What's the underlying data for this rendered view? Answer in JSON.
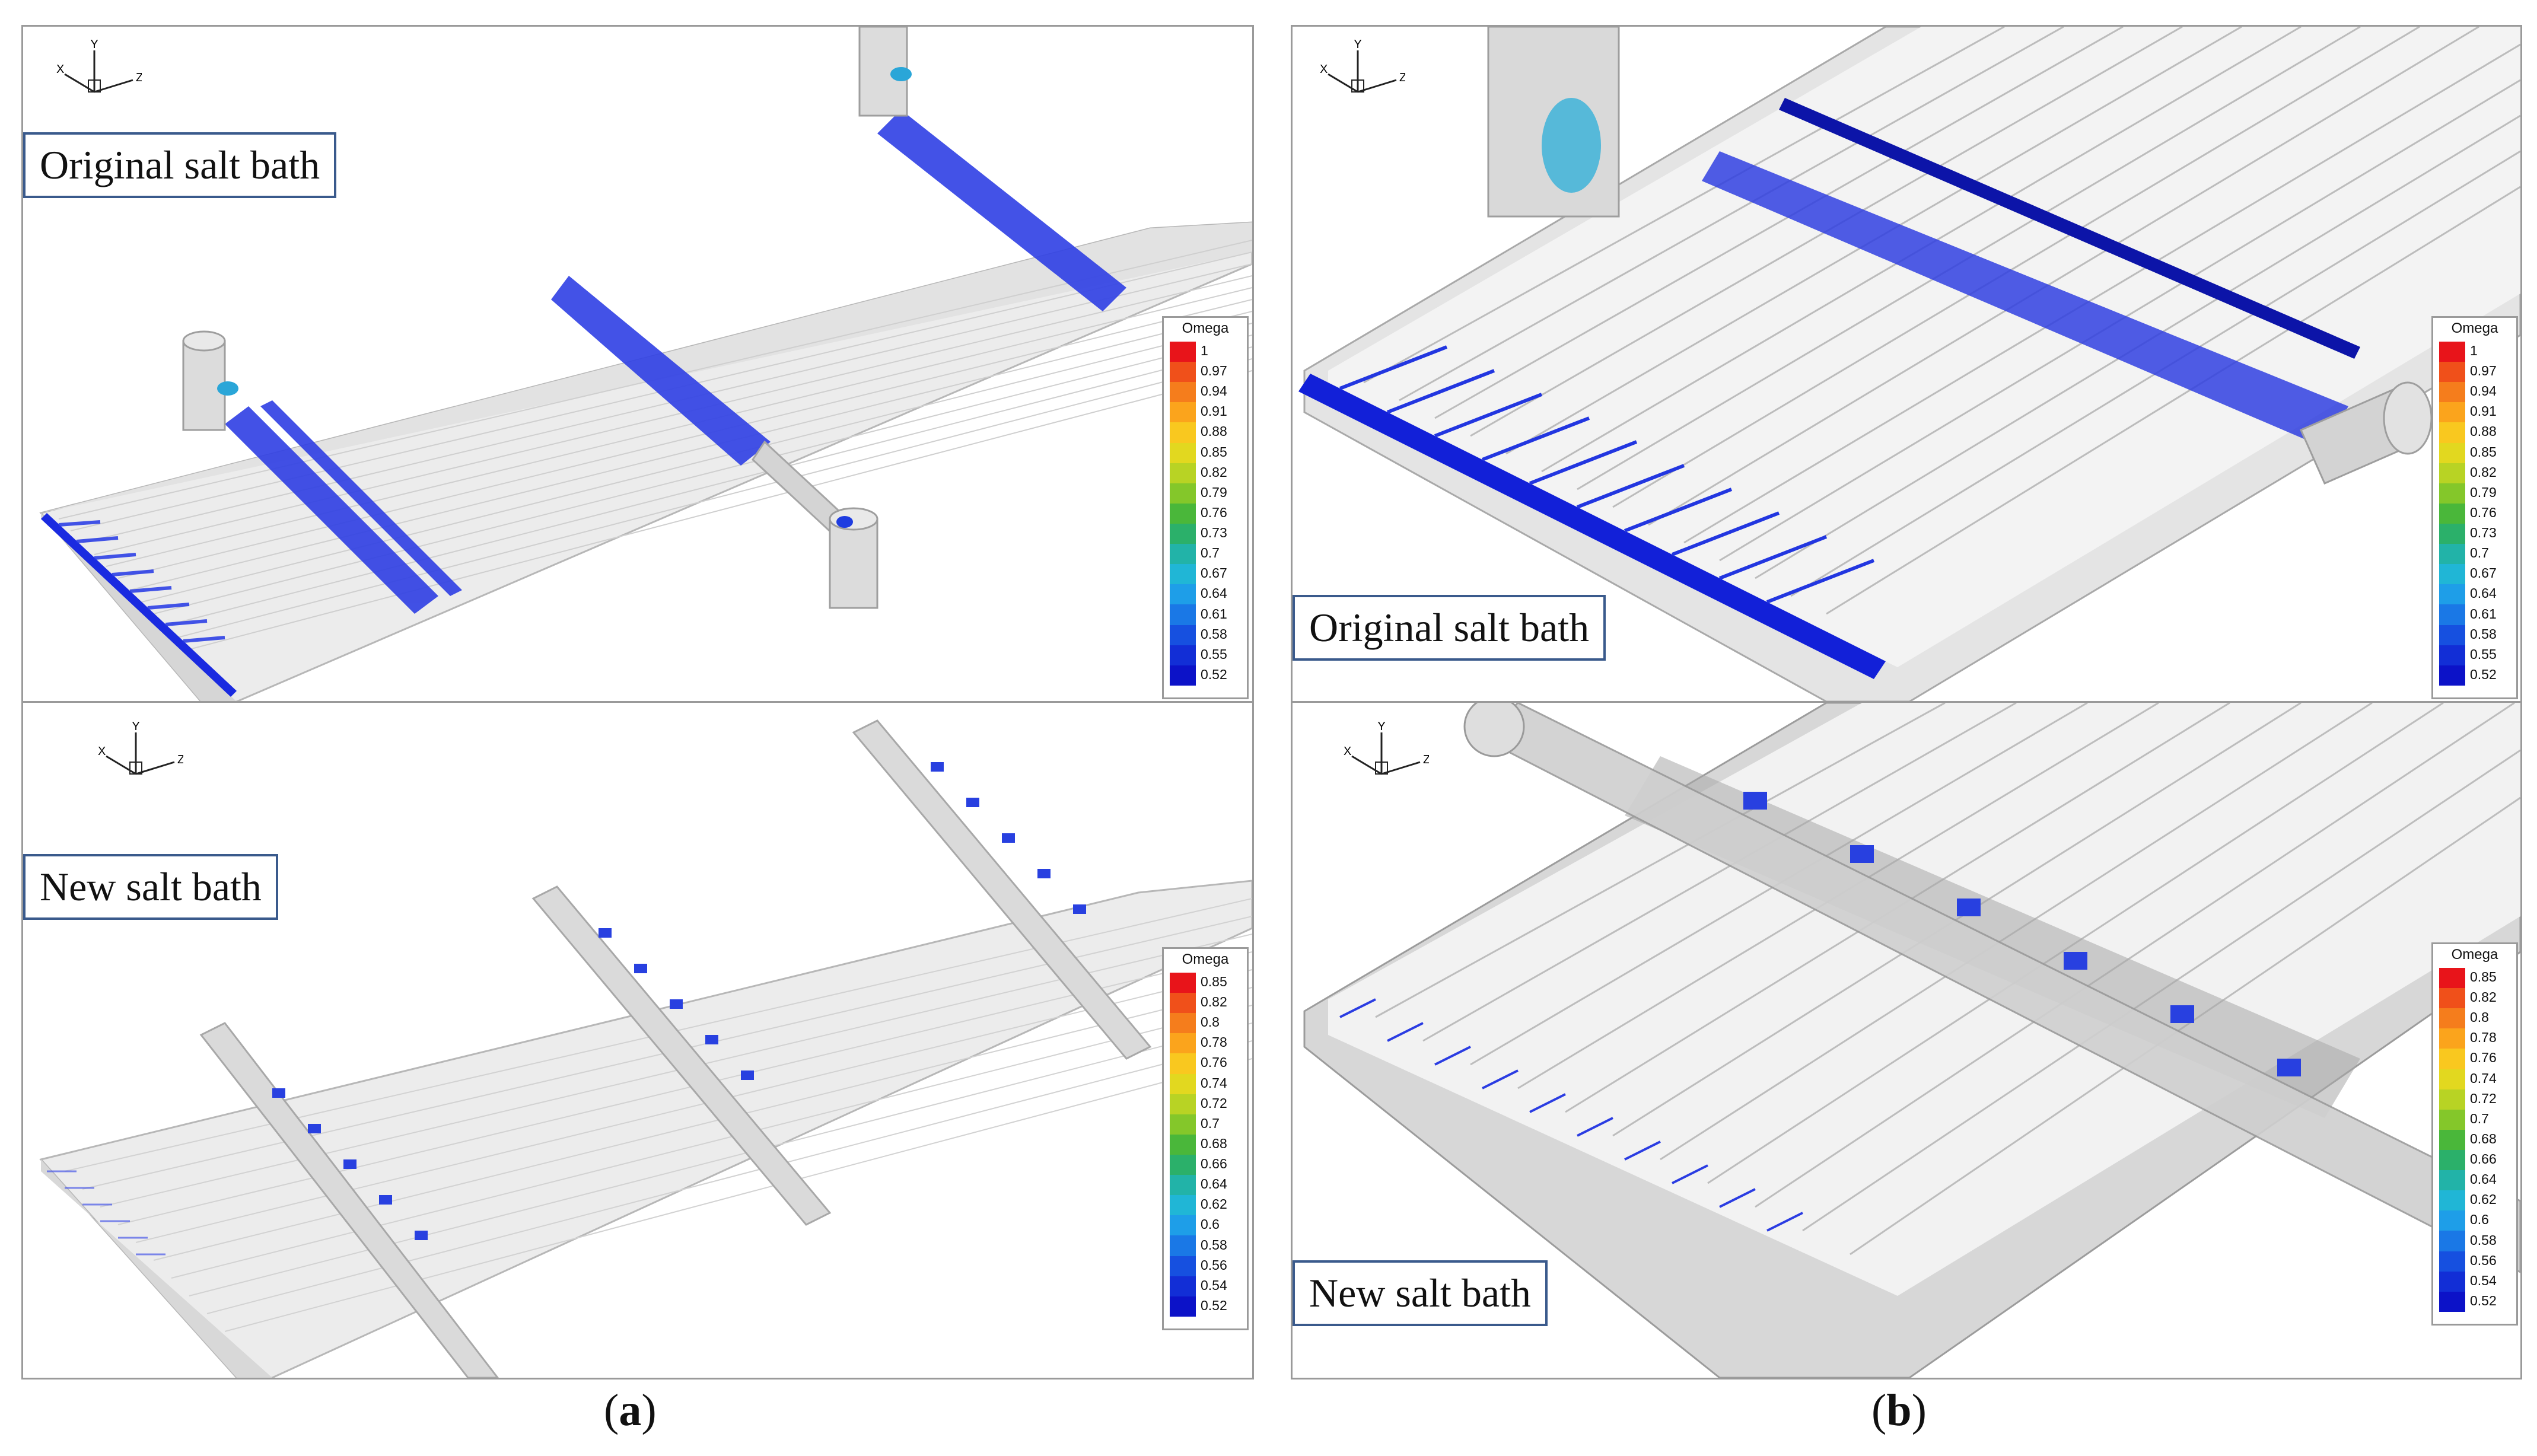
{
  "panels": {
    "a_top": {
      "label": "Original salt bath",
      "legend": "a_top"
    },
    "a_bottom": {
      "label": "New salt bath",
      "legend": "a_bottom"
    },
    "b_top": {
      "label": "Original salt bath",
      "legend": "b_top"
    },
    "b_bottom": {
      "label": "New salt bath",
      "legend": "b_bottom"
    }
  },
  "legends": {
    "a_top": {
      "title": "Omega",
      "ticks": [
        "1",
        "0.97",
        "0.94",
        "0.91",
        "0.88",
        "0.85",
        "0.82",
        "0.79",
        "0.76",
        "0.73",
        "0.7",
        "0.67",
        "0.64",
        "0.61",
        "0.58",
        "0.55",
        "0.52"
      ]
    },
    "a_bottom": {
      "title": "Omega",
      "ticks": [
        "0.85",
        "0.82",
        "0.8",
        "0.78",
        "0.76",
        "0.74",
        "0.72",
        "0.7",
        "0.68",
        "0.66",
        "0.64",
        "0.62",
        "0.6",
        "0.58",
        "0.56",
        "0.54",
        "0.52"
      ]
    },
    "b_top": {
      "title": "Omega",
      "ticks": [
        "1",
        "0.97",
        "0.94",
        "0.91",
        "0.88",
        "0.85",
        "0.82",
        "0.79",
        "0.76",
        "0.73",
        "0.7",
        "0.67",
        "0.64",
        "0.61",
        "0.58",
        "0.55",
        "0.52"
      ]
    },
    "b_bottom": {
      "title": "Omega",
      "ticks": [
        "0.85",
        "0.82",
        "0.8",
        "0.78",
        "0.76",
        "0.74",
        "0.72",
        "0.7",
        "0.68",
        "0.66",
        "0.64",
        "0.62",
        "0.6",
        "0.58",
        "0.56",
        "0.54",
        "0.52"
      ]
    }
  },
  "colormap": [
    "#e8141a",
    "#f0501a",
    "#f57d1c",
    "#fba41c",
    "#f9c81f",
    "#e2d81f",
    "#b8d324",
    "#84c72a",
    "#4ab73a",
    "#2bb06a",
    "#22b3a8",
    "#20b6d6",
    "#1e9ee8",
    "#1a78e6",
    "#1650e0",
    "#122ed6",
    "#0c12c8"
  ],
  "axes": {
    "x": "X",
    "y": "Y",
    "z": "Z"
  },
  "captions": {
    "a": "a",
    "b": "b"
  }
}
